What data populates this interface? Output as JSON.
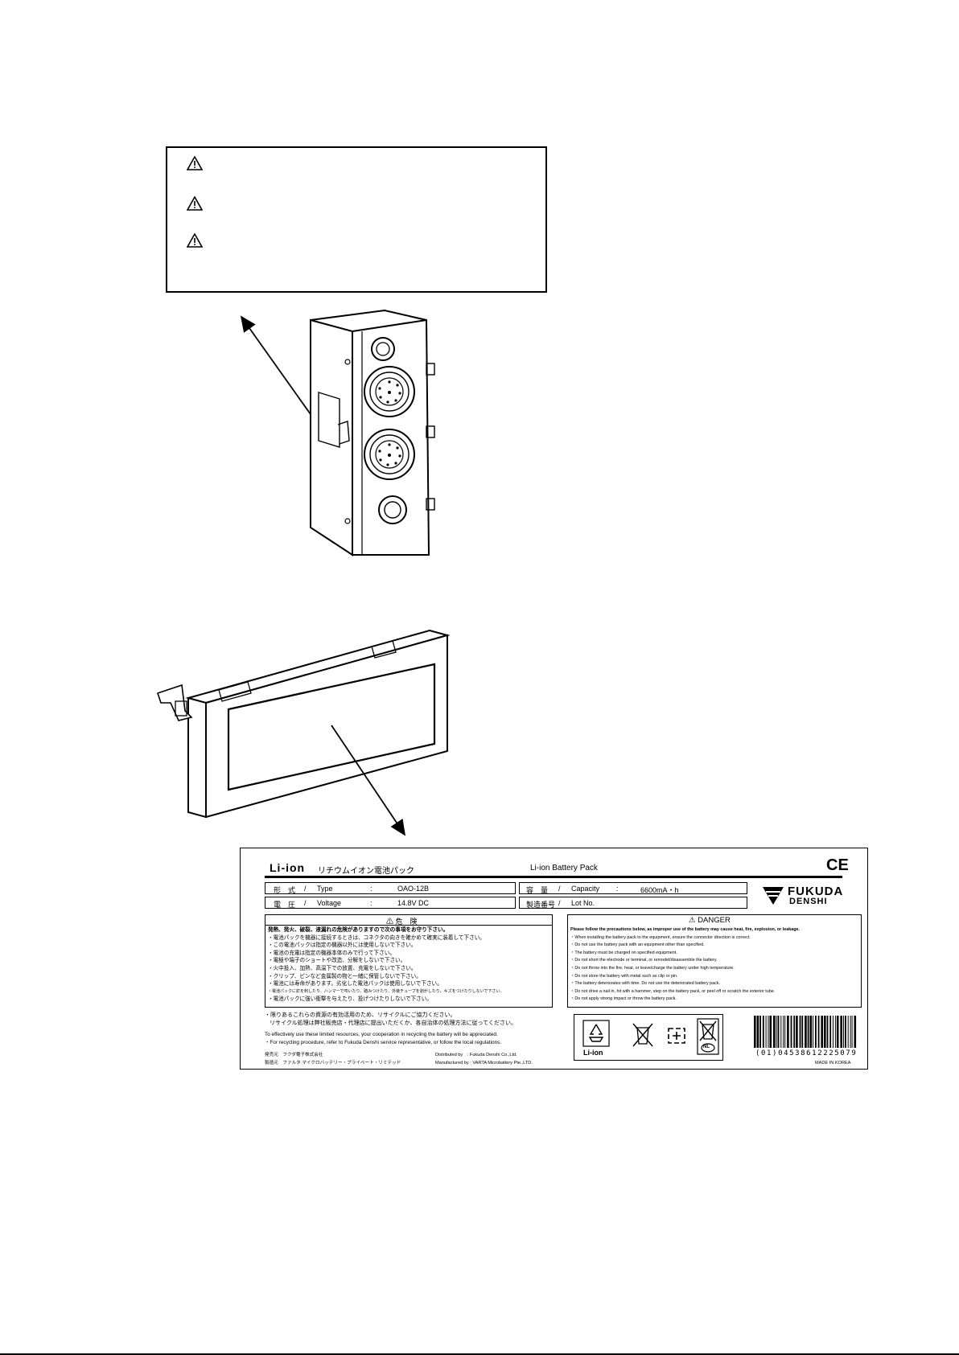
{
  "warnings": [
    "",
    "",
    ""
  ],
  "label": {
    "brand": "Li-ion",
    "product_jp": "リチウムイオン電池パック",
    "product_en": "Li-ion Battery Pack",
    "ce_mark": "CE",
    "type": {
      "jp": "形　式",
      "en": "Type",
      "value": "OAO-12B"
    },
    "voltage": {
      "jp": "電　圧",
      "en": "Voltage",
      "value": "14.8V DC"
    },
    "capacity": {
      "jp": "容　量",
      "en": "Capacity",
      "value": "6600mA・h"
    },
    "lot": {
      "jp": "製造番号",
      "en": "Lot No.",
      "value": ""
    },
    "slash": "/",
    "colon": ":",
    "logo_line1": "FUKUDA",
    "logo_line2": "DENSHI",
    "danger_jp_title": "危　険",
    "danger_jp_items": [
      "発熱、発火、破裂、液漏れの危険がありますので次の事項をお守り下さい。",
      "・電池パックを機器に接続するときは、コネクタの向きを確かめて確実に装着して下さい。",
      "・この電池パックは指定の機器以外には使用しないで下さい。",
      "・電池の充電は指定の機器本体のみで行って下さい。",
      "・電極や端子のショートや改造、分解をしないで下さい。",
      "・火中投入、加熱、高温下での放置、充電をしないで下さい。",
      "・クリップ、ピンなど金属製の物と一緒に保管しないで下さい。",
      "・電池には寿命があります。劣化した電池パックは使用しないで下さい。",
      "・電池パックに釘を刺したり、ハンマーで叩いたり、踏みつけたり、外装チューブを剥がしたり、キズをつけたりしないで下さい。",
      "・電池パックに強い衝撃を与えたり、投げつけたりしないで下さい。"
    ],
    "danger_en_title": "DANGER",
    "danger_en_items": [
      "Please follow the precautions below, as improper use of the battery may cause heat, fire, explosion, or leakage.",
      "・When installing the battery pack to the equipment, ensure the connector direction is correct.",
      "・Do not use the battery pack with an equipment other than specified.",
      "・The battery must be charged on specified equipment.",
      "・Do not short the electrode or terminal, or remodel/disassemble the battery.",
      "・Do not throw into the fire, heat, or leave/charge the battery under high temperature.",
      "・Do not store the battery with metal such as clip or pin.",
      "・The battery deteriorates with time. Do not use the deteriorated battery pack.",
      "・Do not drive a nail in, hit with a hammer, step on the battery pack, or peel off or scratch the exterior tube.",
      "・Do not apply strong impact or throw the battery pack."
    ],
    "recycle_jp_1": "・限りあるこれらの資源の有効活用のため、リサイクルにご協力ください。",
    "recycle_jp_2": "リサイクル処理は弊社販売店・代理店に提出いただくか、各自治体の処理方法に従ってください。",
    "recycle_en_1": "To effectively use these limited resources, your cooperation in recycling the battery will be appreciated.",
    "recycle_en_2": "・For recycling procedure, refer to Fukuda Denshi service representative, or follow the local regulations.",
    "seller_jp": "発売元　フクダ電子株式会社",
    "maker_jp": "製造元　ファルタ マイクロバッテリー・プライベート・リミテッド",
    "distributed": "Distributed by　: Fukuda Denshi Co.,Ltd.",
    "manufactured": "Manufactured by : VARTA Microbattery Pte.,LTD.",
    "recycle_symbol_text": "Li-ion",
    "nl_mark": "NL",
    "barcode": "(01)04538612225079",
    "made_in": "MADE IN KOREA"
  },
  "colors": {
    "ink": "#000000",
    "paper": "#ffffff"
  }
}
